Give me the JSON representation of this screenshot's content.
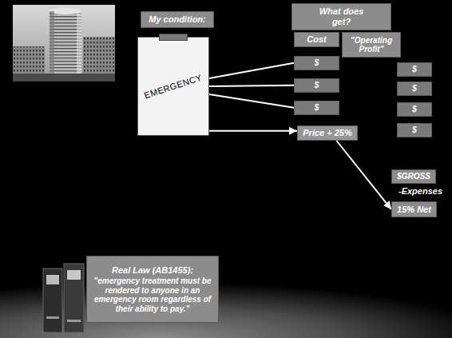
{
  "diagram": {
    "nodes": [
      {
        "text": [
          "My condition:"
        ]
      },
      {
        "text": [
          "What does get?"
        ]
      },
      {
        "text": [
          "Cost"
        ]
      },
      {
        "text": [
          "\"Operating Profit\""
        ]
      },
      {
        "text": [
          "EMERGENCY"
        ]
      },
      {
        "text": [
          "$"
        ]
      },
      {
        "text": [
          "$"
        ]
      },
      {
        "text": [
          "$"
        ]
      },
      {
        "text": [
          "$"
        ]
      },
      {
        "text": [
          "$"
        ]
      },
      {
        "text": [
          "$"
        ]
      },
      {
        "text": [
          "$"
        ]
      },
      {
        "text": [
          "Price + 25%"
        ]
      },
      {
        "text": [
          "$GROSS"
        ]
      },
      {
        "text": [
          "15% Net"
        ]
      },
      {
        "text": [
          "Real Law (AB1455):",
          "\"emergency treatment must be rendered to anyone in an emergency room regardless of their ability to pay.\""
        ]
      }
    ],
    "edges": [
      {
        "from": 4,
        "to": 5,
        "arrow": "none"
      },
      {
        "from": 4,
        "to": 7,
        "arrow": "none"
      },
      {
        "from": 4,
        "to": 9,
        "arrow": "none"
      },
      {
        "from": 4,
        "to": 12,
        "arrow": "to"
      },
      {
        "from": 12,
        "to": 14,
        "arrow": "to"
      }
    ],
    "labels": [
      "-Expenses"
    ]
  }
}
